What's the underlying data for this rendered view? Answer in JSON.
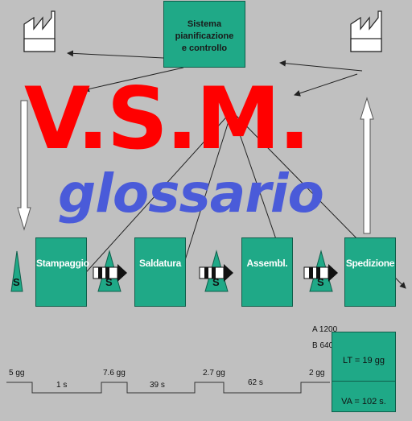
{
  "title": {
    "main": "V.S.M.",
    "sub": "glossario"
  },
  "control_box": {
    "lines": [
      "Sistema",
      "pianificazione",
      "e controllo"
    ]
  },
  "processes": [
    {
      "label": "Stampaggio"
    },
    {
      "label": "Saldatura"
    },
    {
      "label": "Assembl."
    },
    {
      "label": "Spedizione"
    }
  ],
  "inventory_symbol": "S",
  "order_quantities": [
    "A 1200",
    "B 640"
  ],
  "timeline": {
    "wait_times": [
      "5 gg",
      "7.6 gg",
      "2.7 gg",
      "2 gg"
    ],
    "process_times": [
      "1 s",
      "39 s",
      "62 s"
    ]
  },
  "summary": {
    "lead_time": "LT = 19 gg",
    "value_added": "VA = 102 s."
  },
  "colors": {
    "background": "#c0c0c0",
    "process_fill": "#1fa987",
    "title_red": "#ff0000",
    "title_blue": "#4a5bd9"
  },
  "icons": [
    "factory-icon",
    "inventory-triangle-icon",
    "push-arrow-icon"
  ]
}
